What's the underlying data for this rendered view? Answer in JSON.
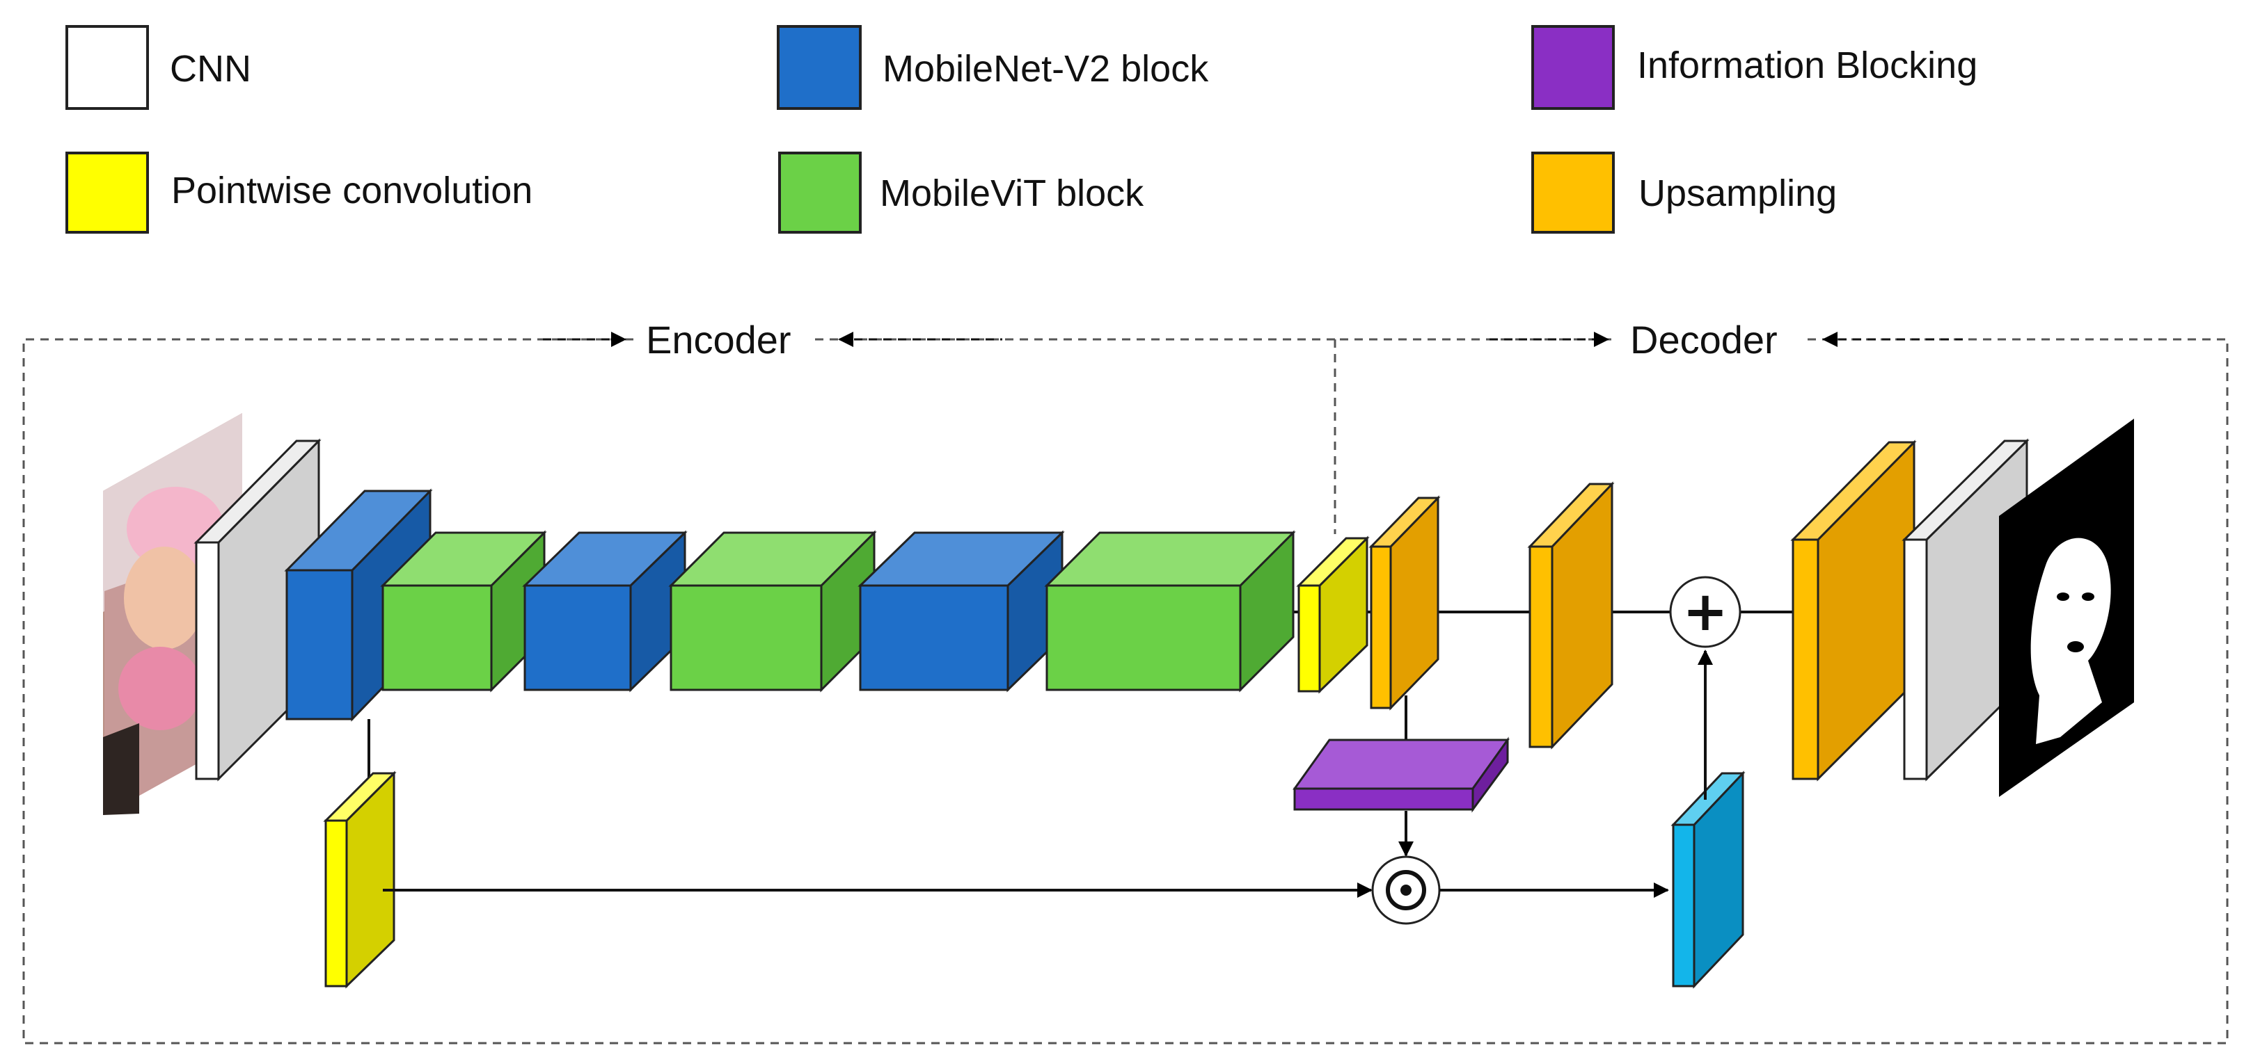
{
  "legend": [
    {
      "key": "cnn",
      "label": "CNN",
      "color": "#ffffff"
    },
    {
      "key": "mobilenet",
      "label": "MobileNet-V2 block",
      "color": "#1f6fc9"
    },
    {
      "key": "info_block",
      "label": "Information Blocking",
      "color": "#8a2fc4"
    },
    {
      "key": "pointwise",
      "label": "Pointwise convolution",
      "color": "#ffff00"
    },
    {
      "key": "mobilevit",
      "label": "MobileViT block",
      "color": "#6bd147"
    },
    {
      "key": "upsampling",
      "label": "Upsampling",
      "color": "#ffc000"
    }
  ],
  "sections": {
    "encoder": "Encoder",
    "decoder": "Decoder"
  },
  "operators": {
    "add": "+",
    "multiply": "⊙"
  },
  "images": {
    "input": "input-photo-baby",
    "output": "output-alpha-matte"
  },
  "colors": {
    "cnn_front": "#ffffff",
    "cnn_side": "#d0d0d0",
    "mobilenet_front": "#1f6fc9",
    "mobilenet_side": "#175aa6",
    "mobilenet_top": "#4f8fd8",
    "mobilevit_front": "#6bd147",
    "mobilevit_side": "#4faa33",
    "mobilevit_top": "#8fde70",
    "pointwise_front": "#ffff00",
    "pointwise_side": "#d4d000",
    "upsample_front": "#ffc000",
    "upsample_side": "#e39f00",
    "info_front": "#8a2fc4",
    "info_top": "#a65ad6",
    "skip_front": "#13b5ea",
    "skip_side": "#0a8fc2"
  }
}
